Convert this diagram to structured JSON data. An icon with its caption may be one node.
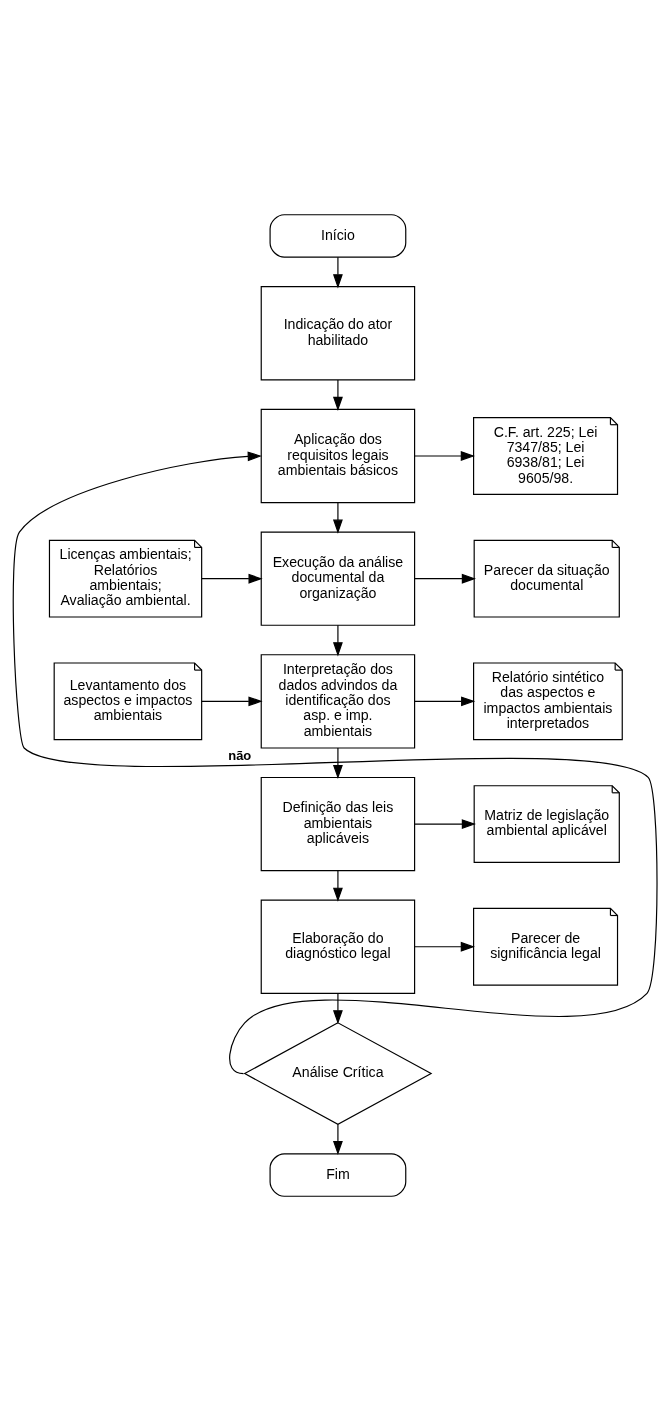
{
  "diagram": {
    "nodes": [
      {
        "text": [
          "Início"
        ]
      },
      {
        "text": [
          "Indicação do ator habilitado"
        ]
      },
      {
        "text": [
          "Aplicação dos requisitos legais ambientais básicos"
        ]
      },
      {
        "text": [
          "C.F. art. 225; Lei 7347/85; Lei 6938/81; Lei 9605/98."
        ]
      },
      {
        "text": [
          "Licenças ambientais; Relatórios ambientais; Avaliação ambiental."
        ]
      },
      {
        "text": [
          "Execução da análise documental da organização"
        ]
      },
      {
        "text": [
          "Parecer da situação documental"
        ]
      },
      {
        "text": [
          "Levantamento dos aspectos e impactos ambientais"
        ]
      },
      {
        "text": [
          "Interpretação dos dados advindos da identificação dos asp. e imp. ambientais"
        ]
      },
      {
        "text": [
          "Relatório sintético das aspectos e impactos ambientais interpretados"
        ]
      },
      {
        "text": [
          "Definição das leis ambientais aplicáveis"
        ]
      },
      {
        "text": [
          "Matriz de legislação ambiental aplicável"
        ]
      },
      {
        "text": [
          "Elaboração do diagnóstico legal"
        ]
      },
      {
        "text": [
          "Parecer de significância legal"
        ]
      },
      {
        "text": [
          "Análise Crítica"
        ]
      },
      {
        "text": [
          "Fim"
        ]
      }
    ],
    "edges": [
      {
        "from": 0,
        "to": 1,
        "arrow": "to"
      },
      {
        "from": 1,
        "to": 2,
        "arrow": "to"
      },
      {
        "from": 2,
        "to": 3,
        "arrow": "to"
      },
      {
        "from": 2,
        "to": 5,
        "arrow": "to"
      },
      {
        "from": 4,
        "to": 5,
        "arrow": "to"
      },
      {
        "from": 5,
        "to": 6,
        "arrow": "to"
      },
      {
        "from": 5,
        "to": 8,
        "arrow": "to"
      },
      {
        "from": 7,
        "to": 8,
        "arrow": "to"
      },
      {
        "from": 8,
        "to": 9,
        "arrow": "to"
      },
      {
        "from": 8,
        "to": 10,
        "arrow": "to"
      },
      {
        "from": 10,
        "to": 11,
        "arrow": "to"
      },
      {
        "from": 10,
        "to": 12,
        "arrow": "to"
      },
      {
        "from": 12,
        "to": 13,
        "arrow": "to"
      },
      {
        "from": 12,
        "to": 14,
        "arrow": "to"
      },
      {
        "from": 14,
        "to": 2,
        "arrow": "to",
        "label": "não"
      },
      {
        "from": 14,
        "to": 15,
        "arrow": "to"
      }
    ]
  }
}
